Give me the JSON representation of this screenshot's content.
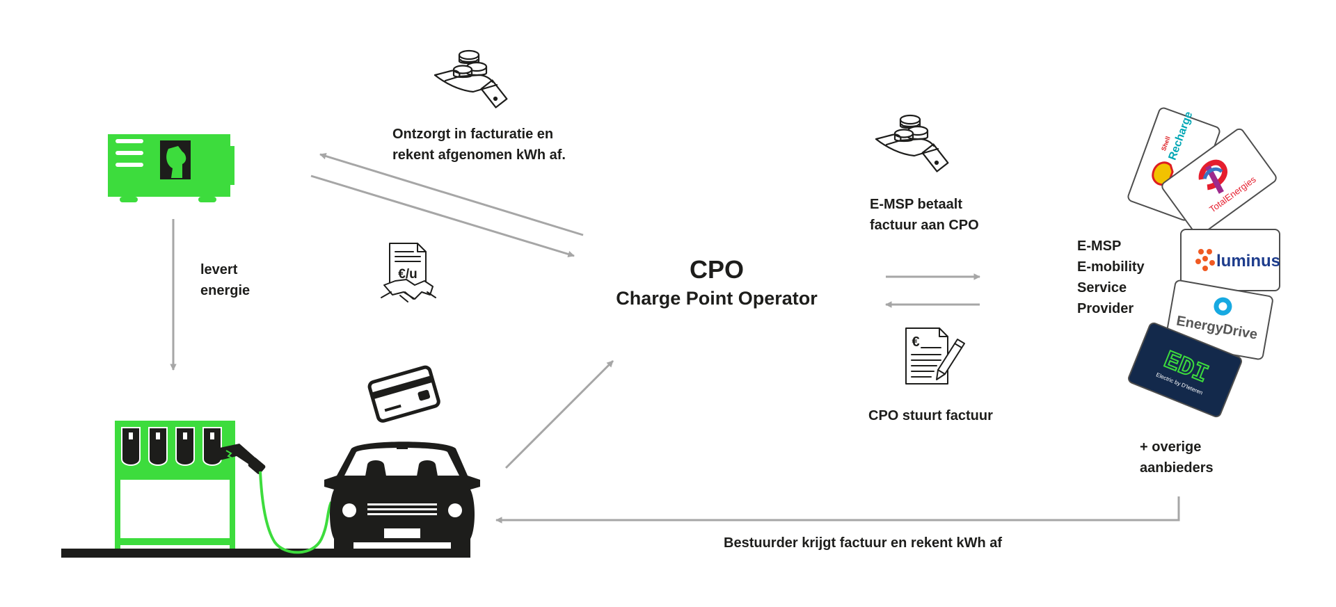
{
  "colors": {
    "green": "#3ddc3d",
    "dark": "#1d1d1b",
    "arrow": "#a6a6a6",
    "navy": "#13294b"
  },
  "cpo": {
    "title": "CPO",
    "subtitle": "Charge Point Operator"
  },
  "labels": {
    "supplier_settles": [
      "Ontzorgt in facturatie en",
      "rekent afgenomen kWh af."
    ],
    "delivers_energy": [
      "levert",
      "energie"
    ],
    "emsp_pays": [
      "E-MSP betaalt",
      "factuur aan CPO"
    ],
    "cpo_sends_invoice": "CPO stuurt factuur",
    "emsp_definition": [
      "E-MSP",
      "E-mobility",
      "Service",
      "Provider"
    ],
    "other_providers": [
      "+ overige",
      "aanbieders"
    ],
    "driver_invoice": "Bestuurder krijgt factuur en rekent kWh af"
  },
  "icons": {
    "contract_rate": "€/u",
    "invoice_currency": "€"
  },
  "cards": {
    "shell": {
      "line1": "Shell",
      "line2": "Recharge"
    },
    "total": "TotalEnergies",
    "luminus": "luminus",
    "energydrive": "EnergyDrive",
    "edi": {
      "logo": "EDI",
      "tagline": "Electric by D'Ieteren"
    }
  }
}
